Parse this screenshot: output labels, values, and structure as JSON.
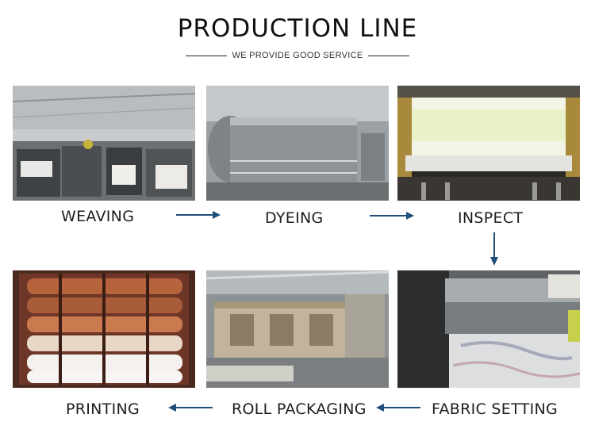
{
  "header": {
    "title": "PRODUCTION LINE",
    "subtitle": "WE PROVIDE GOOD SERVICE"
  },
  "steps": [
    {
      "label": "WEAVING"
    },
    {
      "label": "DYEING"
    },
    {
      "label": "INSPECT"
    },
    {
      "label": "FABRIC SETTING"
    },
    {
      "label": "ROLL PACKAGING"
    },
    {
      "label": "PRINTING"
    }
  ],
  "colors": {
    "arrow": "#1f4e79",
    "text": "#1e1e1e"
  }
}
